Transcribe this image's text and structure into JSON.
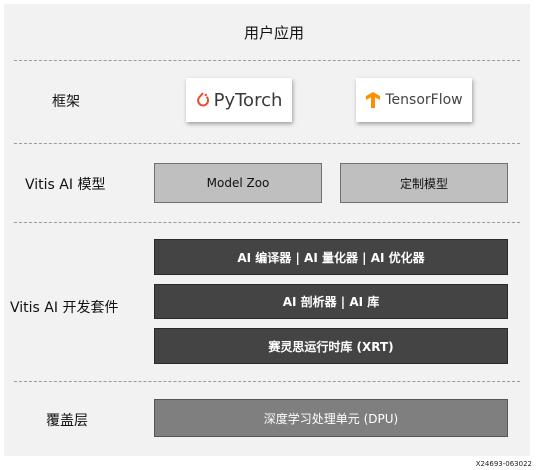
{
  "top_label": "用户应用",
  "rows": {
    "frameworks": {
      "label": "框架",
      "pytorch": "PyTorch",
      "tensorflow": "TensorFlow"
    },
    "models": {
      "label": "Vitis AI 模型",
      "model_zoo": "Model Zoo",
      "custom_models": "定制模型"
    },
    "toolkit": {
      "label": "Vitis AI 开发套件",
      "compilers": "AI 编译器 | AI 量化器 | AI 优化器",
      "profiler": "AI 剖析器 | AI 库",
      "runtime": "赛灵思运行时库 (XRT)"
    },
    "overlay": {
      "label": "覆盖层",
      "dpu": "深度学习处理单元 (DPU)"
    }
  },
  "figure_id": "X24693-063022",
  "colors": {
    "panel_bg": "#f2f2f2",
    "light_box": "#bfbfbf",
    "dark_box": "#444444",
    "mid_box": "#7f7f7f",
    "pytorch_orange": "#ee4c2c",
    "tensorflow_orange": "#ff8f00"
  },
  "icons": [
    "pytorch-logo-icon",
    "tensorflow-logo-icon"
  ]
}
